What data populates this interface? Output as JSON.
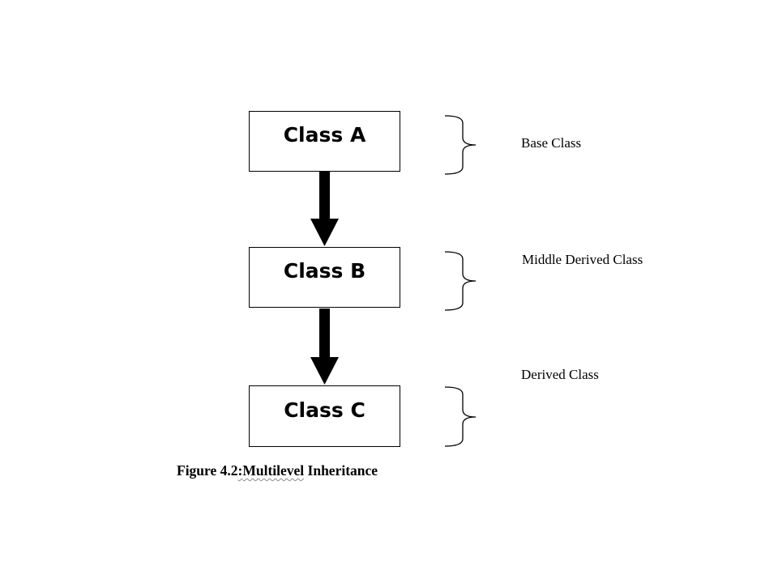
{
  "diagram": {
    "classes": [
      {
        "label": "Class A",
        "role": "Base Class"
      },
      {
        "label": "Class B",
        "role": "Middle Derived Class"
      },
      {
        "label": "Class C",
        "role": "Derived Class"
      }
    ],
    "caption": {
      "prefix": "Figure 4.2",
      "separator": ":",
      "flagged_word": "Multilevel",
      "rest": " Inheritance"
    }
  }
}
